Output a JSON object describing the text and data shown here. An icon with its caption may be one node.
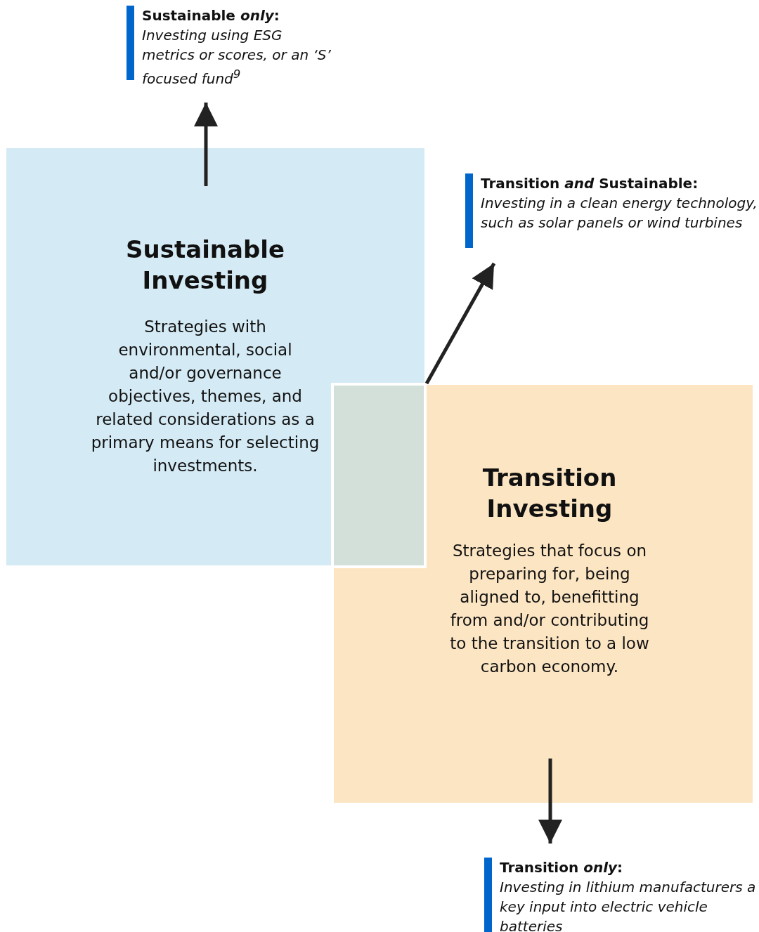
{
  "diagram": {
    "nodes": [
      {
        "text": [
          "Sustainable Investing",
          "Strategies with environmental, social and/or governance objectives, themes, and related considerations as a primary means for selecting investments."
        ]
      },
      {
        "text": [
          "Transition Investing",
          "Strategies that focus on preparing for, being aligned to, benefitting from and/or contributing to the transition to a low carbon economy."
        ]
      },
      {
        "text": [],
        "shape": "box"
      },
      {
        "text": [
          "Sustainable *only*:",
          "Investing using ESG metrics or scores, or an ‘S’ focused fund$^{9}$"
        ]
      },
      {
        "text": [
          "Transition *and* Sustainable:",
          "Investing in a clean energy technology, such as solar panels or wind turbines"
        ]
      },
      {
        "text": [
          "Transition *only*:",
          "Investing in lithium manufacturers a key input into electric vehicle batteries"
        ]
      }
    ],
    "edges": [
      {
        "from": 0,
        "to": 3,
        "arrow": "to"
      },
      {
        "from": 2,
        "to": 4,
        "arrow": "to"
      },
      {
        "from": 1,
        "to": 5,
        "arrow": "to"
      }
    ]
  }
}
